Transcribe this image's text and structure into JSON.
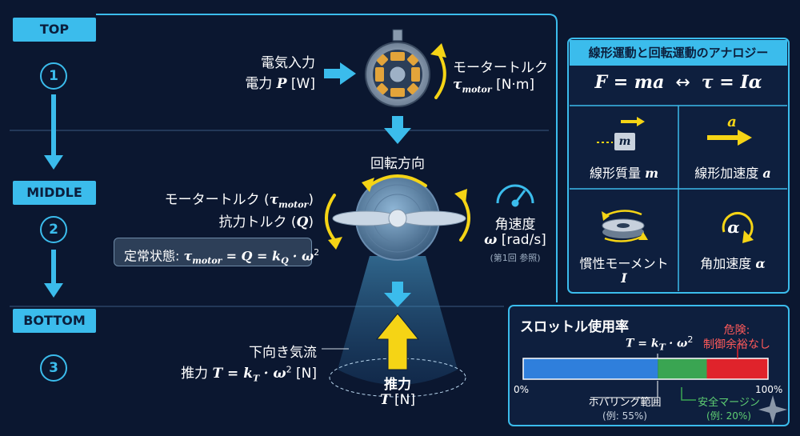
{
  "stages": {
    "top": "TOP",
    "middle": "MIDDLE",
    "bottom": "BOTTOM",
    "num1": "1",
    "num2": "2",
    "num3": "3"
  },
  "top": {
    "input_line1": "電気入力",
    "input_line2": "電力",
    "input_var": "P",
    "input_unit": "[W]",
    "torque_label": "モータートルク",
    "torque_var": "τ",
    "torque_sub": "motor",
    "torque_unit": "[N·m]"
  },
  "middle": {
    "rotation_label": "回転方向",
    "motor_torque_label": "モータートルク (",
    "motor_torque_var": "τ",
    "motor_torque_sub": "motor",
    "motor_torque_close": ")",
    "drag_label": "抗力トルク (",
    "drag_var": "Q",
    "drag_close": ")",
    "steady_label": "定常状態:",
    "steady_t": "τ",
    "steady_sub": "motor",
    "steady_eq": "= Q = k",
    "steady_q": "Q",
    "steady_dot": "· ω",
    "steady_pow": "2",
    "angvel_label": "角速度",
    "angvel_var": "ω",
    "angvel_unit": "[rad/s]",
    "angvel_ref": "(第1回 参照)"
  },
  "bottom": {
    "airflow_label": "下向き気流",
    "thrust_label": "推力",
    "thrust_eq_var": "T = k",
    "thrust_eq_sub": "T",
    "thrust_eq_rest": "· ω",
    "thrust_eq_pow": "2",
    "thrust_eq_unit": "[N]",
    "thrust_center_label": "推力",
    "thrust_center_var": "T",
    "thrust_center_unit": "[N]"
  },
  "analogy": {
    "title": "線形運動と回転運動のアナロジー",
    "eq_left": "F = ma",
    "eq_arrow": "↔",
    "eq_right": "τ = Iα",
    "mass_box": "m",
    "mass_label": "線形質量",
    "mass_var": "m",
    "accel_top": "a",
    "accel_label": "線形加速度",
    "accel_var": "a",
    "inertia_label": "慣性モーメント",
    "inertia_var": "I",
    "alpha_icon": "α",
    "alpha_label": "角加速度",
    "alpha_var": "α"
  },
  "throttle": {
    "title": "スロットル使用率",
    "formula": "T = k",
    "formula_sub": "T",
    "formula_rest": "· ω",
    "formula_pow": "2",
    "danger_line1": "危険:",
    "danger_line2": "制御余裕なし",
    "pct_0": "0%",
    "pct_100": "100%",
    "hover_line1": "ホバリング範囲",
    "hover_line2": "(例: 55%)",
    "safe_line1": "安全マージン",
    "safe_line2": "(例: 20%)",
    "hover_pct": 55,
    "safe_pct": 20,
    "danger_pct": 25,
    "colors": {
      "hover": "#2f7fdc",
      "safe": "#3aa552",
      "danger": "#e0232b"
    }
  },
  "colors": {
    "accent": "#3bbcec",
    "yellow": "#f5d415",
    "bg": "#0b1730"
  }
}
